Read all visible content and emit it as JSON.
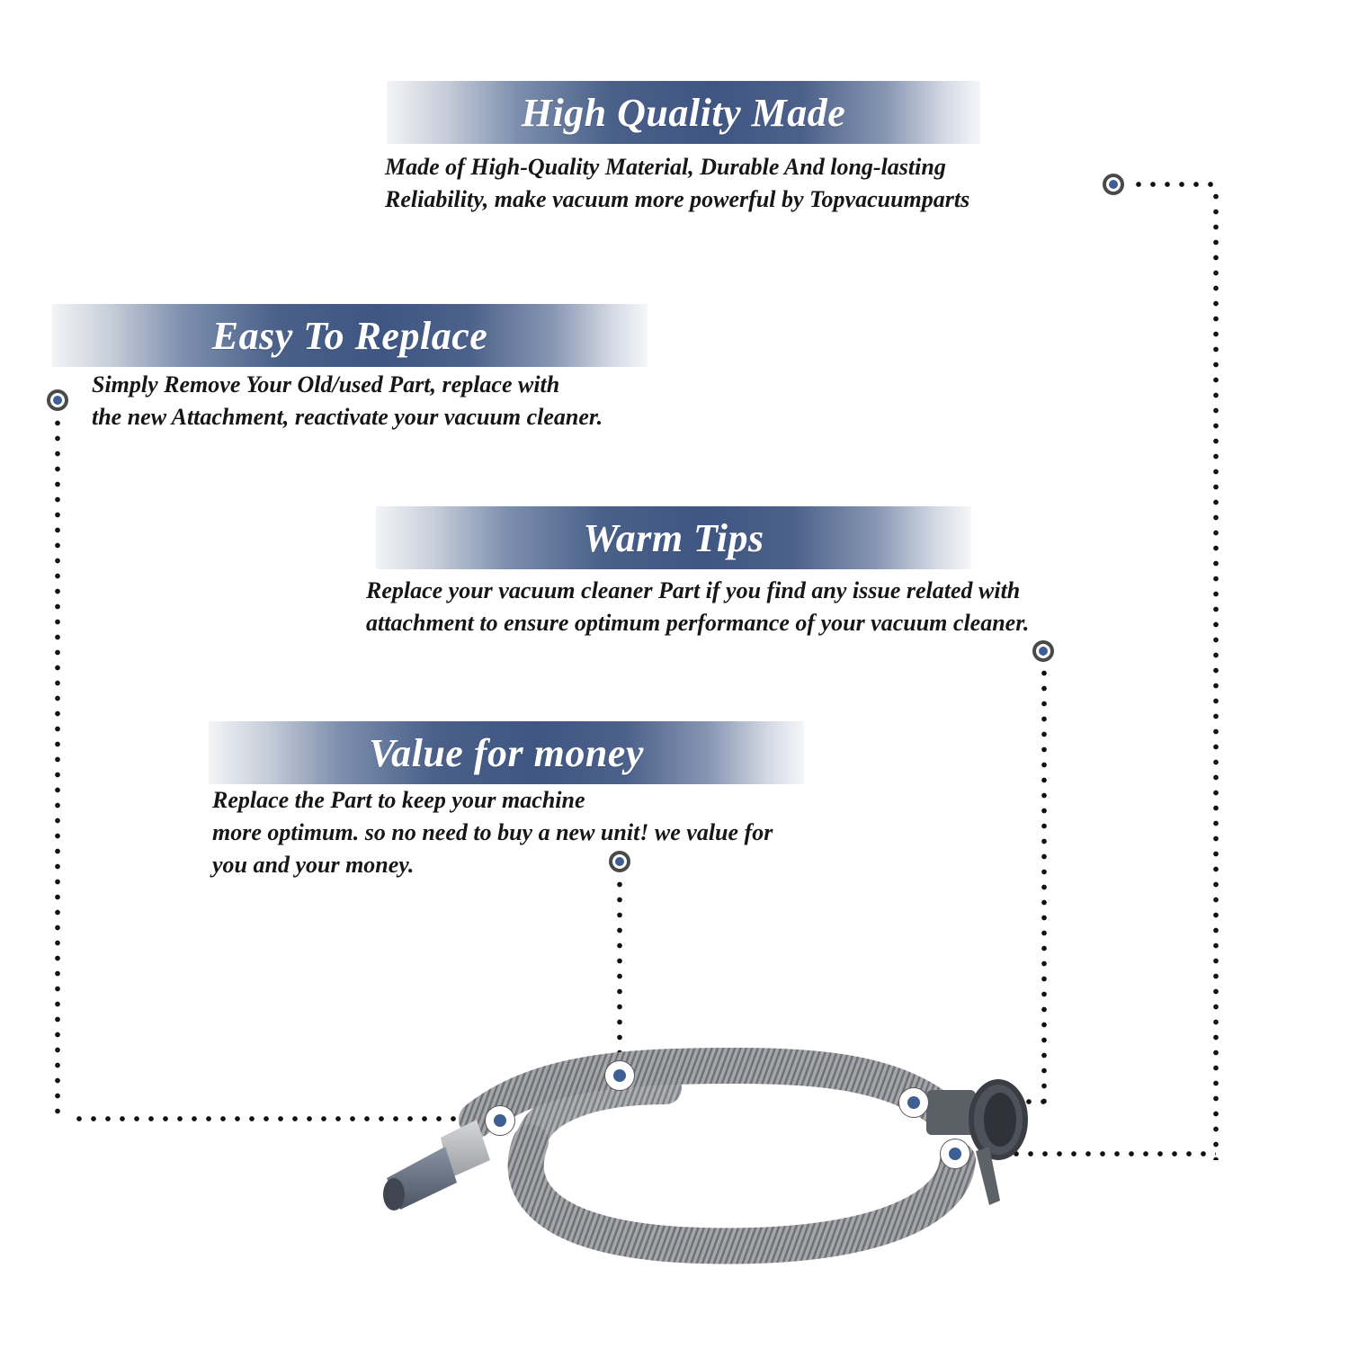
{
  "sections": [
    {
      "title": "High Quality Made",
      "lines": [
        "Made of  High-Quality Material, Durable And long-lasting",
        "Reliability, make vacuum more powerful by Topvacuumparts"
      ]
    },
    {
      "title": "Easy To Replace",
      "lines": [
        "Simply Remove Your Old/used Part, replace with",
        "the new Attachment, reactivate your vacuum cleaner."
      ]
    },
    {
      "title": "Warm Tips",
      "lines": [
        "Replace your vacuum cleaner Part if you find any issue related with",
        " attachment to ensure optimum performance of your vacuum cleaner."
      ]
    },
    {
      "title": "Value for money",
      "lines": [
        "Replace the Part to keep your machine",
        "more optimum. so no need to buy a new unit! we value for",
        "you and your money."
      ]
    }
  ],
  "colors": {
    "banner_accent": "#3f5683",
    "marker_fill": "#3f5e94",
    "hose_gray": "#8a8c90",
    "connector_dark": "#5b5f66"
  },
  "product": {
    "icon": "vacuum-hose-image"
  }
}
